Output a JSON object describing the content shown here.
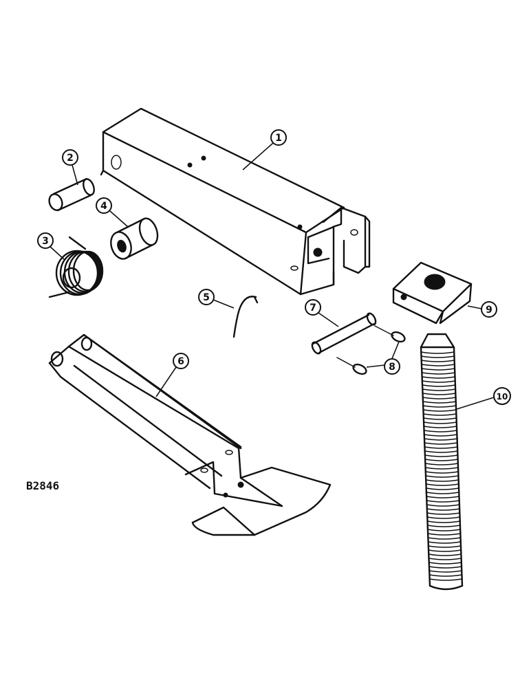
{
  "figure_id": "B2846",
  "callouts": [
    "1",
    "2",
    "3",
    "4",
    "5",
    "6",
    "7",
    "8",
    "9",
    "10"
  ]
}
